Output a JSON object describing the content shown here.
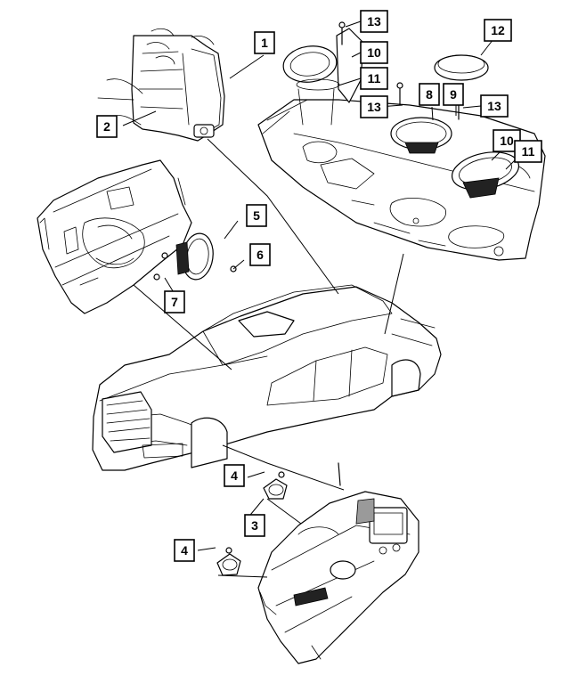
{
  "callouts": [
    {
      "id": "c1",
      "label": "1"
    },
    {
      "id": "c2",
      "label": "2"
    },
    {
      "id": "c3",
      "label": "3"
    },
    {
      "id": "c4a",
      "label": "4"
    },
    {
      "id": "c4b",
      "label": "4"
    },
    {
      "id": "c5",
      "label": "5"
    },
    {
      "id": "c6",
      "label": "6"
    },
    {
      "id": "c7",
      "label": "7"
    },
    {
      "id": "c8",
      "label": "8"
    },
    {
      "id": "c9",
      "label": "9"
    },
    {
      "id": "c10a",
      "label": "10"
    },
    {
      "id": "c10b",
      "label": "10"
    },
    {
      "id": "c11a",
      "label": "11"
    },
    {
      "id": "c11b",
      "label": "11"
    },
    {
      "id": "c12",
      "label": "12"
    },
    {
      "id": "c13a",
      "label": "13"
    },
    {
      "id": "c13b",
      "label": "13"
    },
    {
      "id": "c13c",
      "label": "13"
    }
  ]
}
